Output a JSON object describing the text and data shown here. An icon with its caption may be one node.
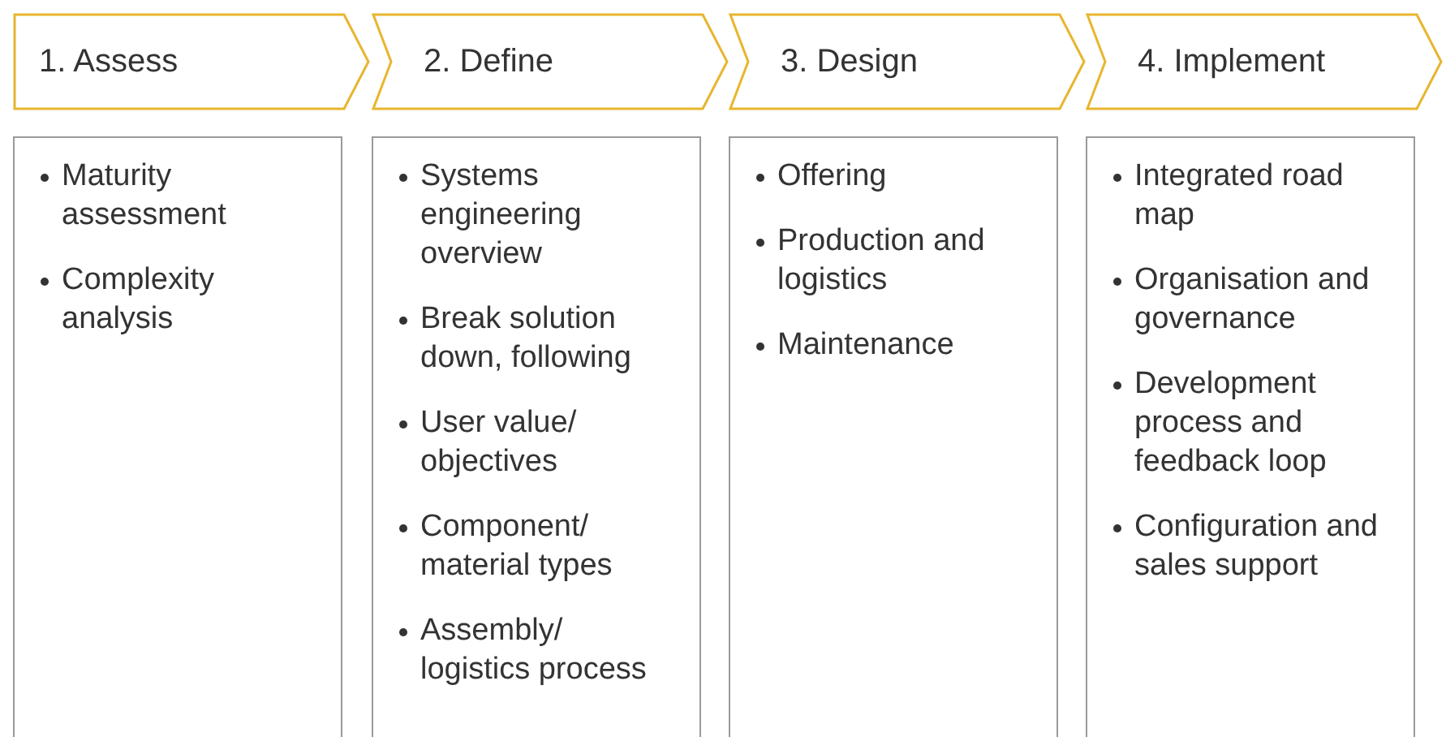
{
  "diagram": {
    "nodes": [
      {
        "text": [
          "1. Assess"
        ]
      },
      {
        "text": [
          "2. Define"
        ]
      },
      {
        "text": [
          "3. Design"
        ]
      },
      {
        "text": [
          "4. Implement"
        ]
      },
      {
        "text": [
          "Maturity assessment",
          "Complexity analysis"
        ]
      },
      {
        "text": [
          "Systems engineering overview",
          "Break solution down, following",
          "User value/ objectives",
          "Component/ material types",
          "Assembly/ logistics process"
        ]
      },
      {
        "text": [
          "Offering",
          "Production and logistics",
          "Maintenance"
        ]
      },
      {
        "text": [
          "Integrated road map",
          "Organisation and governance",
          "Development process and feedback loop",
          "Configuration and sales support"
        ]
      }
    ]
  }
}
